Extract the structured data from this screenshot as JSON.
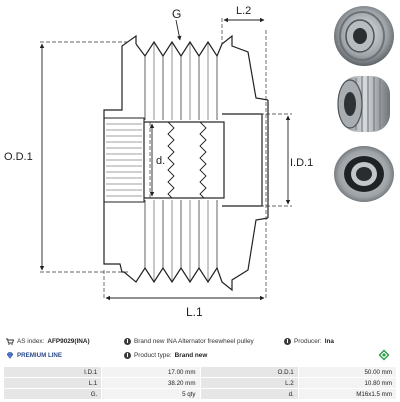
{
  "drawing": {
    "labels": {
      "g": "G",
      "l2": "L.2",
      "od1": "O.D.1",
      "id1": "I.D.1",
      "d": "d.",
      "l1": "L.1"
    }
  },
  "photos": [
    "pulley-front-view",
    "pulley-angled-view",
    "pulley-bearing-view"
  ],
  "info": {
    "as_index_label": "AS index:",
    "as_index_value": "AFP9029(INA)",
    "description": "Brand new INA Alternator freewheel pulley",
    "producer_label": "Producer:",
    "producer_value": "Ina",
    "premium_line": "PREMIUM LINE",
    "product_type_label": "Product type:",
    "product_type_value": "Brand new"
  },
  "specs": [
    [
      {
        "label": "I.D.1",
        "value": "17.00 mm"
      },
      {
        "label": "O.D.1",
        "value": "50.00 mm"
      }
    ],
    [
      {
        "label": "L.1",
        "value": "38.20 mm"
      },
      {
        "label": "L.2",
        "value": "10.80 mm"
      }
    ],
    [
      {
        "label": "G.",
        "value": "5 qty"
      },
      {
        "label": "d.",
        "value": "M16x1.5 mm"
      }
    ]
  ],
  "colors": {
    "accent_blue": "#2b4a8c",
    "logo_green": "#2e9e4a",
    "table_label_bg": "#e6e6e6",
    "table_value_bg": "#f3f3f3"
  }
}
